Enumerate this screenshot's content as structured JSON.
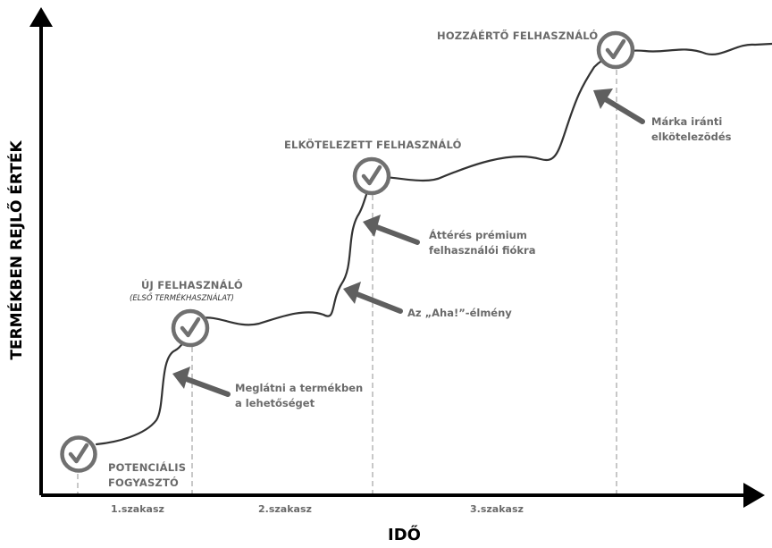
{
  "axes": {
    "y_label": "TERMÉKBEN REJLŐ ÉRTÉK",
    "x_label": "IDŐ"
  },
  "stages": {
    "potential": {
      "line1": "POTENCIÁLIS",
      "line2": "FOGYASZTÓ"
    },
    "new_user": {
      "title": "ÚJ FELHASZNÁLÓ",
      "subtitle": "(ELSŐ TERMÉKHASZNÁLAT)"
    },
    "committed": {
      "title": "ELKÖTELEZETT FELHASZNÁLÓ"
    },
    "expert": {
      "title": "HOZZÁÉRTŐ FELHASZNÁLÓ"
    }
  },
  "annotations": {
    "see_potential": {
      "line1": "Meglátni a termékben",
      "line2": "a lehetőséget"
    },
    "aha": {
      "line1": "Az „Aha!”-élmény"
    },
    "premium": {
      "line1": "Áttérés prémium",
      "line2": "felhasználói fiókra"
    },
    "brand": {
      "line1": "Márka iránti",
      "line2": "elkötelezõdés"
    }
  },
  "phases": [
    "1.szakasz",
    "2.szakasz",
    "3.szakasz"
  ],
  "colors": {
    "curve": "#333333",
    "check": "#707070",
    "arrow": "#5f5f5f",
    "axis": "#000000",
    "dash": "#b5b5b5"
  },
  "icons": {
    "checkpoint": "check-circle-icon",
    "pointer": "arrow-icon"
  }
}
